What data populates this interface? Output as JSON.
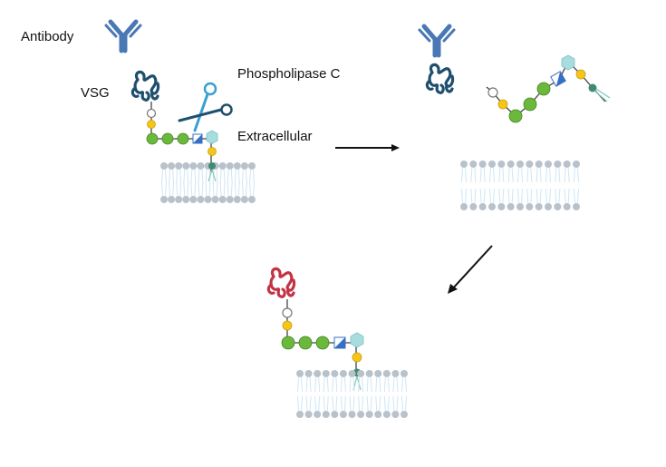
{
  "labels": {
    "antibody": "Antibody",
    "vsg": "VSG",
    "phospholipase": "Phospholipase C",
    "extracellular": "Extracellular"
  },
  "colors": {
    "antibody": "#4a78b5",
    "vsg": "#1f4f6e",
    "vsg_switched": "#c23445",
    "glucose": "#6cb83c",
    "mannose_yellow": "#f5c518",
    "inositol": "#a8dde0",
    "glcnac_blue": "#3670c4",
    "lipid_head": "#b9c2cb",
    "lipid_tail": "#cfe6f3",
    "anchor_teal": "#3f8a72",
    "scissors": "#3aa0d0",
    "arrow": "#111111"
  },
  "icons": {
    "antibody": "antibody-icon",
    "vsg": "vsg-protein-icon",
    "scissors": "phospholipase-scissors-icon",
    "membrane": "lipid-bilayer-icon"
  }
}
